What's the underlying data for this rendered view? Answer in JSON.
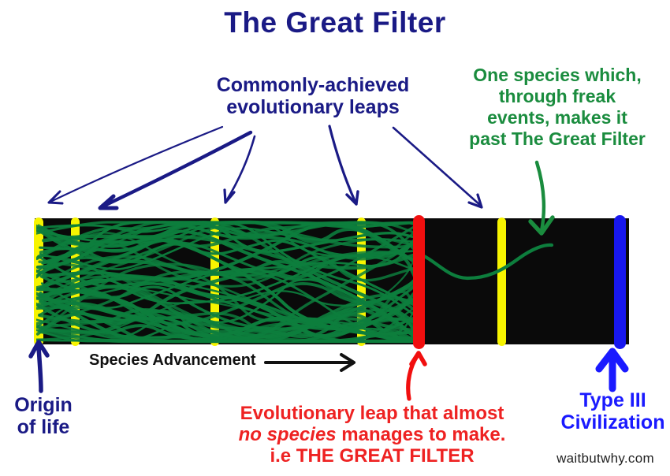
{
  "title": "The Great Filter",
  "labels": {
    "common_leaps": "Commonly-achieved\nevolutionary leaps",
    "one_species": "One species which,\nthrough freak\nevents, makes it\npast The Great Filter",
    "origin": "Origin\nof life",
    "species_advancement": "Species Advancement",
    "filter_line1": "Evolutionary leap that almost",
    "filter_italic": "no species",
    "filter_line2_rest": " manages to make.",
    "filter_line3": "i.e THE GREAT FILTER",
    "type3": "Type III\nCivilization",
    "watermark": "waitbutwhy.com"
  },
  "colors": {
    "navy": "#1a1a85",
    "bright_blue": "#1a1aff",
    "blue_bar": "#1717ee",
    "green_text": "#1a8c3e",
    "green_line": "#0d7e3d",
    "red_text": "#ee2222",
    "red_bar": "#f10f0f",
    "yellow": "#f7f400",
    "band_black": "#0a0a0a",
    "watermark_gray": "#222222"
  },
  "diagram": {
    "bars": [
      {
        "role": "origin-of-life-leap",
        "color": "yellow"
      },
      {
        "role": "common-leap-2",
        "color": "yellow"
      },
      {
        "role": "common-leap-3",
        "color": "yellow"
      },
      {
        "role": "common-leap-4",
        "color": "yellow"
      },
      {
        "role": "the-great-filter",
        "color": "red"
      },
      {
        "role": "common-leap-5",
        "color": "yellow"
      },
      {
        "role": "type-3-civilization",
        "color": "blue"
      }
    ]
  }
}
